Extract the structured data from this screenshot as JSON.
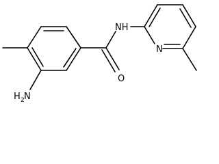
{
  "structure": {
    "atoms": {
      "amide_nitrogen": "NH",
      "carbonyl_oxygen": "O",
      "pyridine_nitrogen": "N",
      "amine_group": "H",
      "amine_group_subscript": "2",
      "amine_group_nitrogen": "N"
    },
    "bond_color": "#000000",
    "label_color": "#000000",
    "background_color": "#ffffff"
  }
}
